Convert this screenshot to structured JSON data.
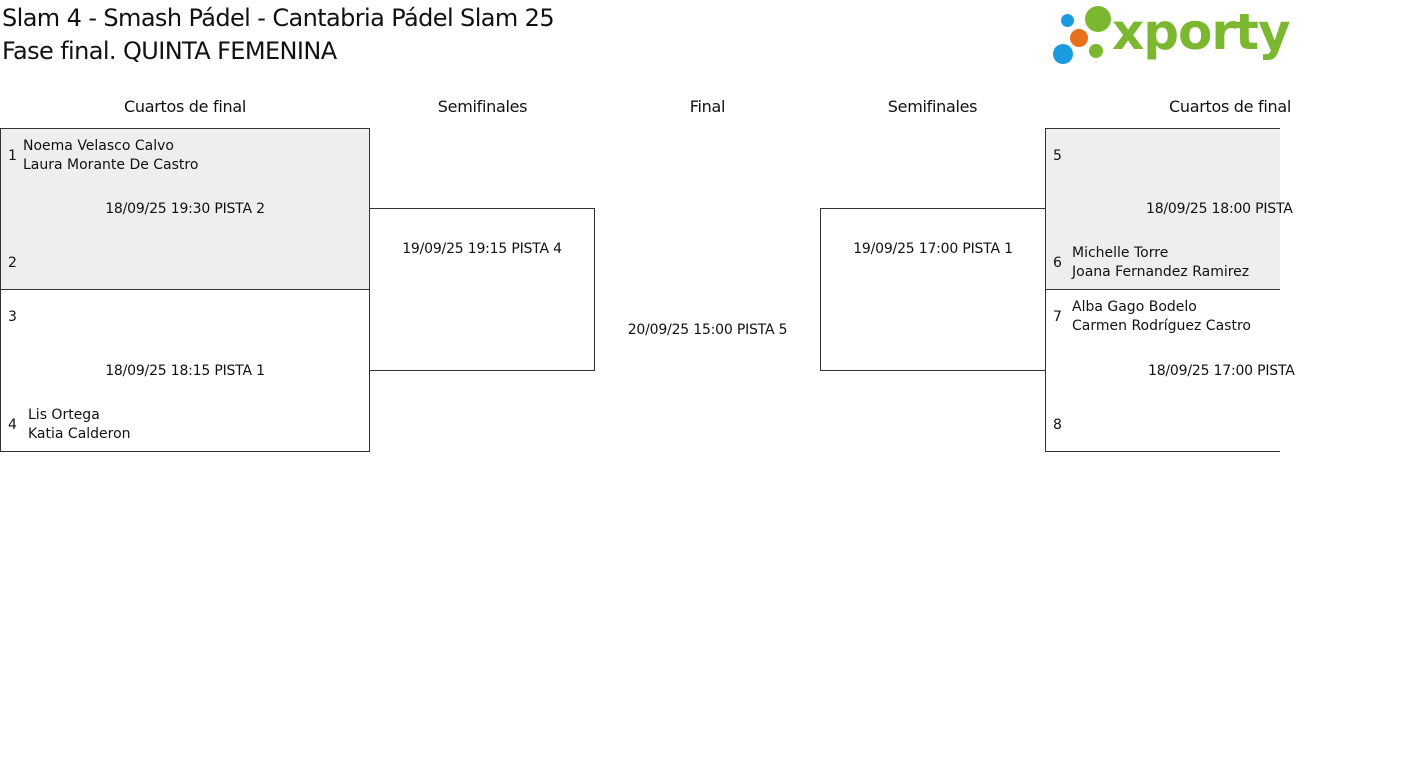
{
  "header": {
    "title_line1": "Slam 4 - Smash Pádel - Cantabria Pádel Slam 25",
    "title_line2": "Fase final. QUINTA FEMENINA"
  },
  "logo": {
    "text": "xporty",
    "colors": {
      "green": "#7cb82f",
      "blue": "#1a9be0",
      "orange": "#e8701a"
    }
  },
  "columns": {
    "left_quarters": "Cuartos de final",
    "left_semis": "Semifinales",
    "final": "Final",
    "right_semis": "Semifinales",
    "right_quarters": "Cuartos de final"
  },
  "quarterfinals_left": [
    {
      "seed_top": "1",
      "players_top": [
        "Noema Velasco Calvo",
        "Laura Morante De Castro"
      ],
      "schedule": "18/09/25 19:30 PISTA 2",
      "seed_bottom": "2",
      "players_bottom": []
    },
    {
      "seed_top": "3",
      "players_top": [],
      "schedule": "18/09/25 18:15 PISTA 1",
      "seed_bottom": "4",
      "players_bottom": [
        "Lis Ortega",
        "Katia Calderon"
      ]
    }
  ],
  "semifinal_left": {
    "schedule": "19/09/25 19:15 PISTA 4"
  },
  "final": {
    "schedule": "20/09/25 15:00 PISTA 5"
  },
  "semifinal_right": {
    "schedule": "19/09/25 17:00 PISTA 1"
  },
  "quarterfinals_right": [
    {
      "seed_top": "5",
      "players_top": [],
      "schedule": "18/09/25 18:00 PISTA",
      "seed_bottom": "6",
      "players_bottom": [
        "Michelle Torre",
        "Joana Fernandez Ramirez"
      ]
    },
    {
      "seed_top": "7",
      "players_top": [
        "Alba Gago Bodelo",
        "Carmen Rodríguez Castro"
      ],
      "schedule": "18/09/25 17:00 PISTA",
      "seed_bottom": "8",
      "players_bottom": []
    }
  ]
}
